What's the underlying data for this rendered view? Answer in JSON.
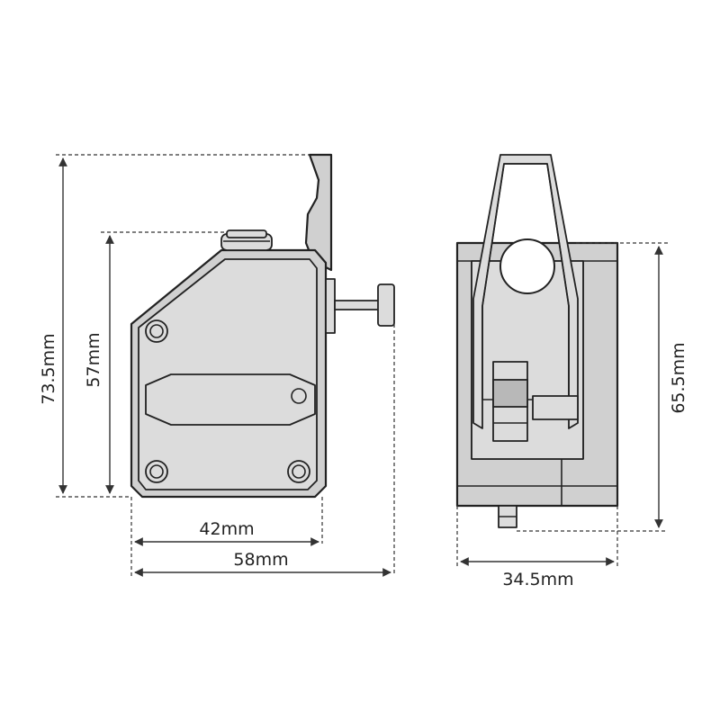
{
  "dimensions": {
    "front_total_height": "73.5mm",
    "front_body_height": "57mm",
    "front_body_width": "42mm",
    "front_total_width": "58mm",
    "side_height": "65.5mm",
    "side_width": "34.5mm"
  },
  "colors": {
    "line": "#222222",
    "body_fill": "#d0d0d0",
    "face_fill": "#dcdcdc",
    "background": "#ffffff"
  },
  "views": [
    "front-view",
    "side-view"
  ]
}
